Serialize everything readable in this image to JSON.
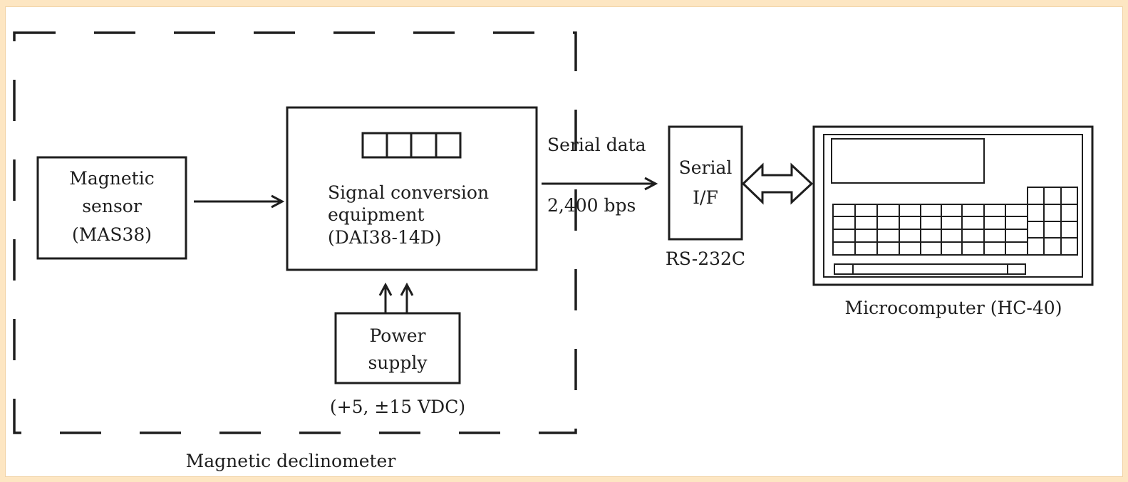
{
  "enclosure": {
    "label": "Magnetic declinometer"
  },
  "sensor": {
    "line1": "Magnetic",
    "line2": "sensor",
    "line3": "(MAS38)"
  },
  "converter": {
    "line1": "Signal conversion",
    "line2": "equipment",
    "line3": "(DAI38-14D)"
  },
  "power": {
    "line1": "Power",
    "line2": "supply",
    "voltage": "(+5, ±15 VDC)"
  },
  "link": {
    "label1": "Serial data",
    "label2": "2,400 bps"
  },
  "serial_if": {
    "line1": "Serial",
    "line2": "I/F",
    "caption": "RS-232C"
  },
  "computer": {
    "caption": "Microcomputer (HC-40)"
  }
}
